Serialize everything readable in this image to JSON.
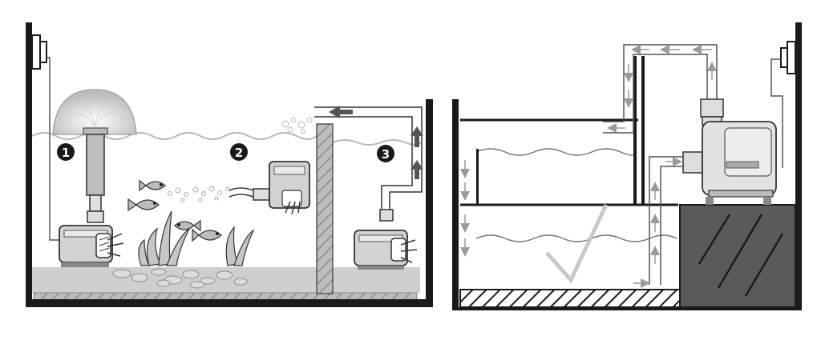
{
  "callouts": [
    {
      "label": "1"
    },
    {
      "label": "2"
    },
    {
      "label": "3"
    }
  ],
  "colors": {
    "outline": "#1a1a1a",
    "pump_gray": "#d2d2d2",
    "water_line": "#b8b8b8",
    "gravel": "#cfcfcf",
    "flow_arrow": "#555555",
    "pipe_fill": "#eeeeee",
    "dark_block": "#5a5a5a",
    "check_mark": "#c8c8c8"
  },
  "icons": [
    "fountain-dome-icon",
    "fish-icon",
    "aquatic-plant-icon",
    "submersible-pump-icon",
    "power-socket-icon",
    "flow-arrow-icon",
    "check-mark-icon"
  ]
}
